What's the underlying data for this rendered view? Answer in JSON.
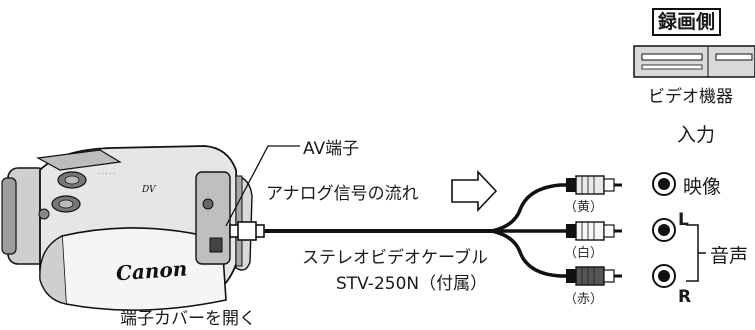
{
  "header": {
    "recording_side": "録画側"
  },
  "device": {
    "name": "ビデオ機器",
    "input_label": "入力"
  },
  "jacks": {
    "video": "映像",
    "audio": "音声",
    "left": "L",
    "right": "R"
  },
  "camera": {
    "brand": "Canon",
    "av_terminal": "AV端子",
    "open_cover": "端子カバーを開く"
  },
  "signal": {
    "flow": "アナログ信号の流れ"
  },
  "cable": {
    "name": "ステレオビデオケーブル",
    "model": "STV-250N（付属）",
    "plug_yellow": "（黄）",
    "plug_white": "（白）",
    "plug_red": "（赤）"
  },
  "colors": {
    "line": "#111111",
    "device_fill": "#d9d9d9",
    "camera_fill": "#e6e6e6",
    "camera_dark": "#2b2b2b",
    "plug_yellow": "#e8e8e8",
    "plug_white": "#f7f7f7",
    "plug_red": "#555555"
  }
}
